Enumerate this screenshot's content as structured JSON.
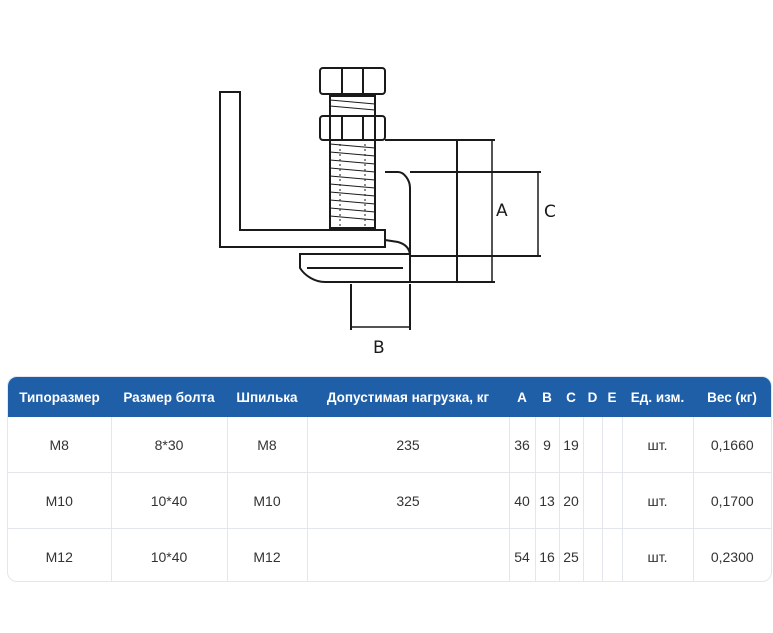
{
  "drawing": {
    "dimension_labels": {
      "a": "A",
      "b": "B",
      "c": "C"
    }
  },
  "table": {
    "headers": [
      "Типоразмер",
      "Размер болта",
      "Шпилька",
      "Допустимая нагрузка, кг",
      "A",
      "B",
      "C",
      "D",
      "E",
      "Ед. изм.",
      "Вес (кг)"
    ],
    "rows": [
      [
        "M8",
        "8*30",
        "M8",
        "235",
        "36",
        "9",
        "19",
        "",
        "",
        "шт.",
        "0,1660"
      ],
      [
        "M10",
        "10*40",
        "M10",
        "325",
        "40",
        "13",
        "20",
        "",
        "",
        "шт.",
        "0,1700"
      ],
      [
        "M12",
        "10*40",
        "M12",
        "",
        "54",
        "16",
        "25",
        "",
        "",
        "шт.",
        "0,2300"
      ]
    ]
  },
  "colors": {
    "header_bg": "#1f5fa8",
    "header_text": "#ffffff",
    "border": "#e3e6ec",
    "text": "#333333"
  }
}
